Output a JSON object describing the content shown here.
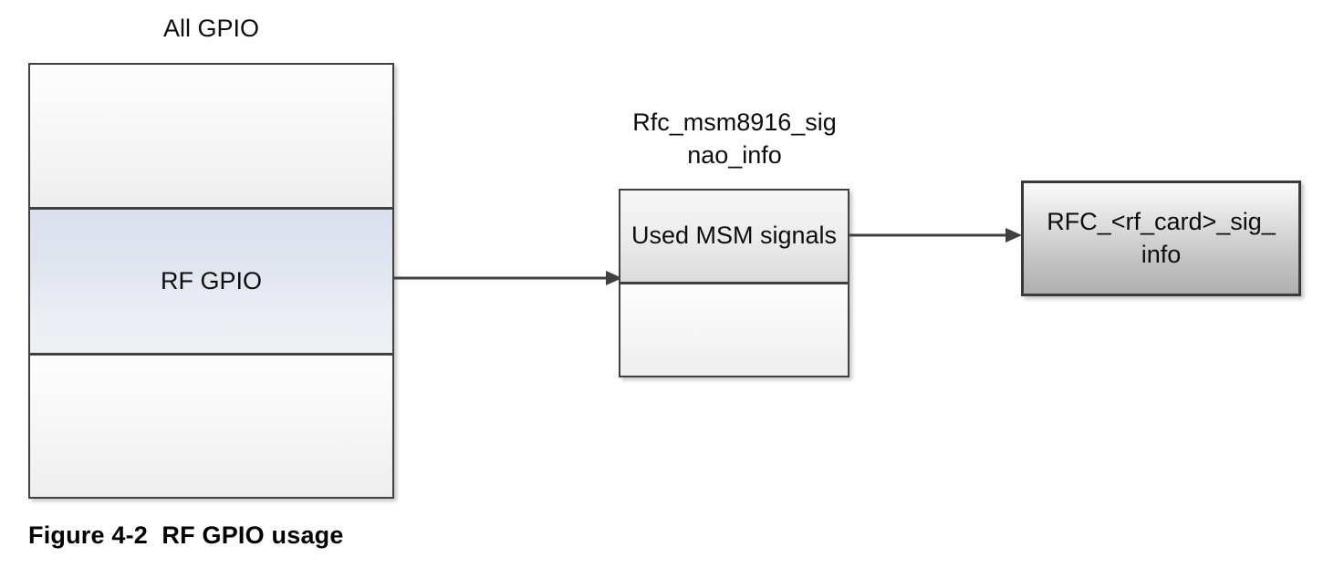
{
  "figure": {
    "caption": "Figure 4-2  RF GPIO usage"
  },
  "diagram": {
    "all_gpio": {
      "title": "All GPIO",
      "cells": [
        {
          "label": "",
          "fill": "#f7f7f7"
        },
        {
          "label": "RF GPIO",
          "fill": "#dae0ed"
        },
        {
          "label": "",
          "fill": "#f7f7f7"
        }
      ]
    },
    "rfc_msm": {
      "title": "Rfc_msm8916_sig\nnao_info",
      "cells": [
        {
          "label": "Used MSM\nsignals",
          "fill": "#ebebeb"
        },
        {
          "label": "",
          "fill": "#fbfbfb"
        }
      ]
    },
    "rfc_card": {
      "label": "RFC_<rf_card>_sig_\ninfo",
      "fill": "#c9c9c9"
    },
    "arrows": [
      {
        "from": "RF GPIO",
        "to": "Used MSM signals"
      },
      {
        "from": "Used MSM signals",
        "to": "RFC_<rf_card>_sig_info"
      }
    ],
    "colors": {
      "border": "#404040",
      "border_strong": "#3a3a3a",
      "arrow": "#404040",
      "highlight": "#dae0ed",
      "text": "#0d0d0d"
    }
  }
}
